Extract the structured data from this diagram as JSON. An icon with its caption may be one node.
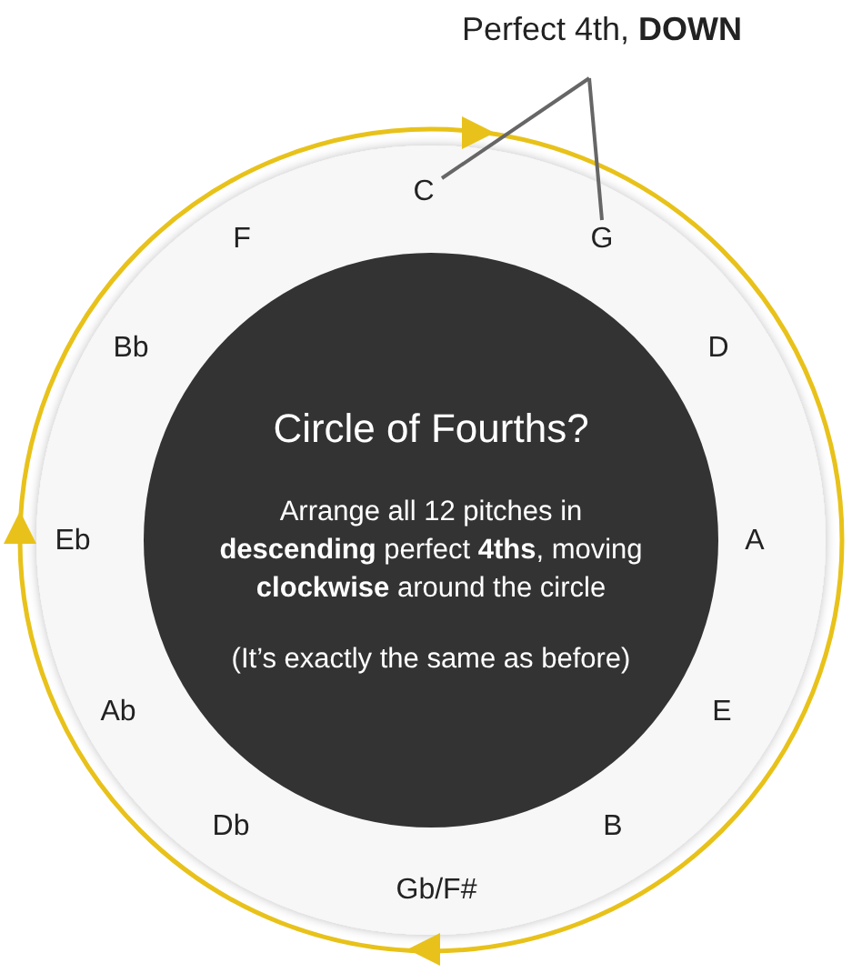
{
  "diagram": {
    "nodes": [
      {
        "text": [
          "Perfect 4th, **DOWN**"
        ]
      },
      {
        "text": [
          "Circle of Fourths?",
          "Arrange all 12 pitches in **descending** perfect **4ths**, moving **clockwise** around the circle",
          "(It’s exactly the same as before)"
        ]
      },
      {
        "text": [
          "C"
        ]
      },
      {
        "text": [
          "G"
        ]
      },
      {
        "text": [
          "D"
        ]
      },
      {
        "text": [
          "A"
        ]
      },
      {
        "text": [
          "E"
        ]
      },
      {
        "text": [
          "B"
        ]
      },
      {
        "text": [
          "Gb/F#"
        ]
      },
      {
        "text": [
          "Db"
        ]
      },
      {
        "text": [
          "Ab"
        ]
      },
      {
        "text": [
          "Eb"
        ]
      },
      {
        "text": [
          "Bb"
        ]
      },
      {
        "text": [
          "F"
        ]
      }
    ],
    "edges": [
      {
        "from": 0,
        "to": 2,
        "arrow": "none"
      },
      {
        "from": 0,
        "to": 3,
        "arrow": "none"
      }
    ]
  }
}
